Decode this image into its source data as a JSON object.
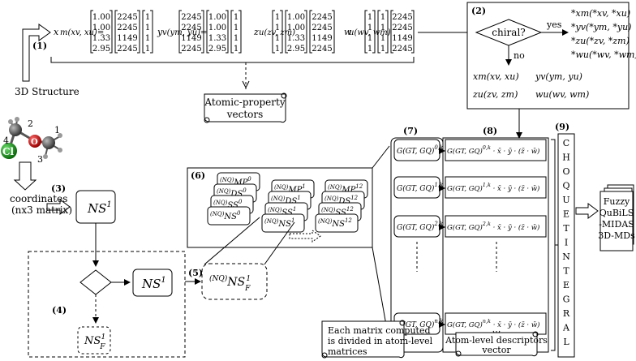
{
  "labels": {
    "l1": "(1)",
    "l2": "(2)",
    "l3": "(3)",
    "l4": "(4)",
    "l5": "(5)",
    "l6": "(6)",
    "l7": "(7)",
    "l8": "(8)",
    "l9": "(9)"
  },
  "structure": {
    "title": "3D Structure",
    "coordinates": "coordinates",
    "coordinates_sub": "(nx3 matrix)",
    "atoms": {
      "a1": "1",
      "a2": "2",
      "a3": "3",
      "a4": "4",
      "cl": "Cl",
      "o": "O"
    }
  },
  "matrices": {
    "x_label": "x",
    "y_label": "y",
    "z_label": "z",
    "w_label": "w",
    "col_a": [
      "1.00",
      "1.00",
      "1.33",
      "2.95"
    ],
    "col_b": [
      "2245",
      "2245",
      "1149",
      "2245"
    ],
    "ones": [
      "1",
      "1",
      "1",
      "1"
    ],
    "eq": "="
  },
  "chiral": {
    "question": "chiral?",
    "yes": "yes",
    "no": "no",
    "yes_items": [
      "*xm(*xv, *xu)",
      "*yv(*ym, *yu)",
      "*zu(*zv, *zm)",
      "*wu(*wv, *wm)"
    ],
    "no_items": [
      "xm(xv, xu)",
      "yv(ym, yu)",
      "zu(zv, zm)",
      "wu(wv, wm)"
    ]
  },
  "notes": {
    "atomic_property": [
      "Atomic-property",
      "vectors"
    ],
    "matrix_atom": [
      "Each matrix computed",
      "is divided in atom-level",
      "matrices"
    ],
    "atom_descriptors": [
      "Atom-level descriptors",
      "vector"
    ]
  },
  "ns": {
    "ns1": "NS",
    "sup": "1",
    "nsf": "NS",
    "sub_f": "F",
    "nq": "(NQ)",
    "nsf_full": "NS"
  },
  "stack": {
    "left": [
      "MP",
      "DS",
      "SS",
      "NS"
    ],
    "mid": [
      "MP",
      "DS",
      "SS",
      "NS"
    ],
    "right": [
      "MP",
      "DS",
      "SS",
      "NS"
    ],
    "idx_left": "0",
    "idx_mid": "1",
    "idx_right": "12"
  },
  "gtgq": {
    "rows": [
      "G(GT, GQ)0,k",
      "G(GT, GQ)1,k",
      "G(GT, GQ)2,k",
      "G(GT, GQ)n,k"
    ],
    "base": "G(GT, GQ)",
    "sups": [
      "0,k",
      "1,k",
      "2,k",
      "n,k"
    ],
    "mult": "· x̄ · ȳ · (z̄ · w̄)"
  },
  "choquet": {
    "letters": [
      "C",
      "H",
      "O",
      "Q",
      "U",
      "E",
      "T",
      "I",
      "N",
      "T",
      "E",
      "G",
      "R",
      "A",
      "L"
    ]
  },
  "output": [
    "Fuzzy",
    "QuBiLS",
    "-MIDAS",
    "3D-MDs"
  ]
}
